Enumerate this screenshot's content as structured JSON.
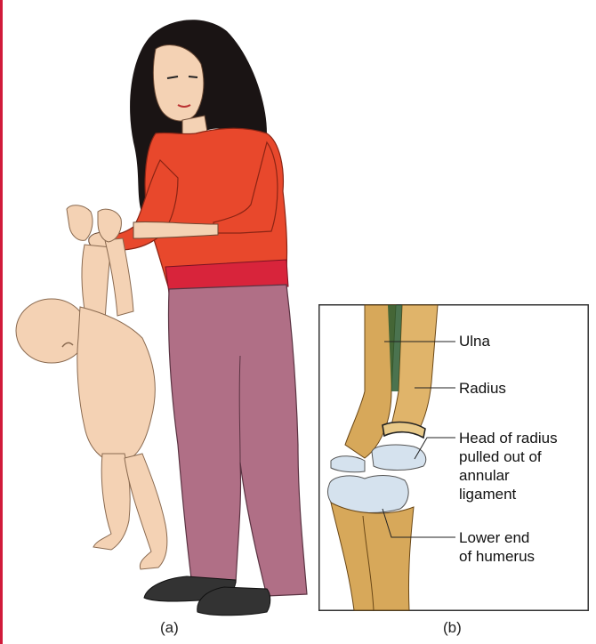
{
  "figure": {
    "panel_a_caption": "(a)",
    "panel_b_caption": "(b)"
  },
  "labels": {
    "ulna": "Ulna",
    "radius": "Radius",
    "head_of_radius": [
      "Head of radius",
      "pulled out of",
      "annular",
      "ligament"
    ],
    "lower_end_humerus": [
      "Lower end",
      "of humerus"
    ]
  },
  "colors": {
    "border_accent": "#d11a3a",
    "shirt": "#e8482c",
    "trousers": "#b06f86",
    "skin": "#f4d2b4",
    "hair": "#1a1414",
    "bone": "#d7a85a",
    "cartilage": "#d5e2ee",
    "shoes": "#333333"
  }
}
